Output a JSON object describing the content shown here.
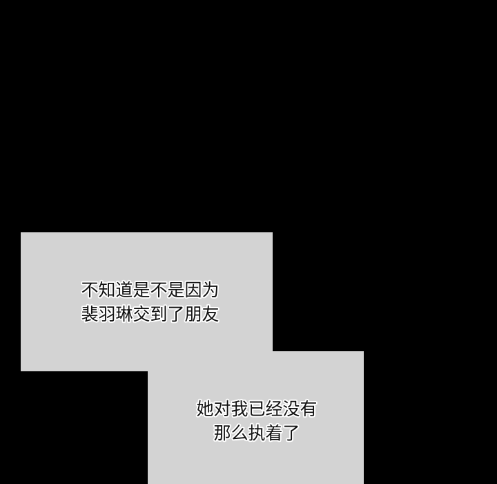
{
  "colors": {
    "background": "#000000",
    "panel": "#d3d3d3",
    "text": "#111111",
    "text_outline": "#ffffff"
  },
  "panels": [
    {
      "lines": [
        "不知道是不是因为",
        "裴羽琳交到了朋友"
      ]
    },
    {
      "lines": [
        "她对我已经没有",
        "那么执着了"
      ]
    }
  ]
}
